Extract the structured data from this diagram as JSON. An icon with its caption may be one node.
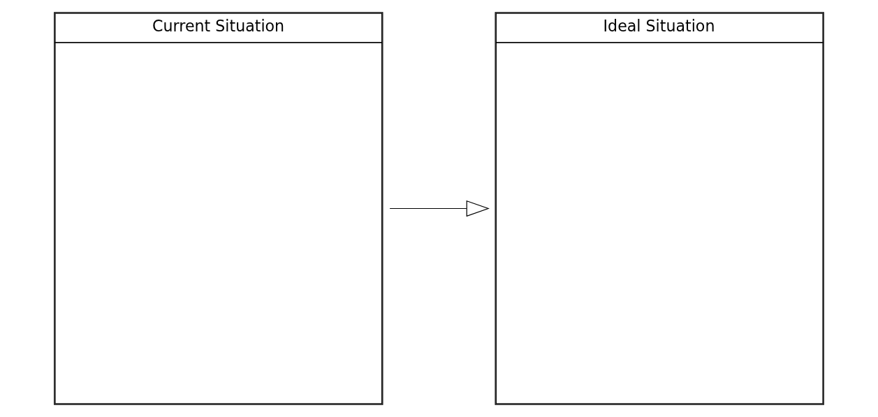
{
  "diagram": {
    "nodes": [
      {
        "text": [
          "Current Situation"
        ]
      },
      {
        "text": [
          "Ideal Situation"
        ]
      }
    ],
    "edges": [
      {
        "from": 0,
        "to": 1,
        "arrow": "to"
      }
    ]
  }
}
